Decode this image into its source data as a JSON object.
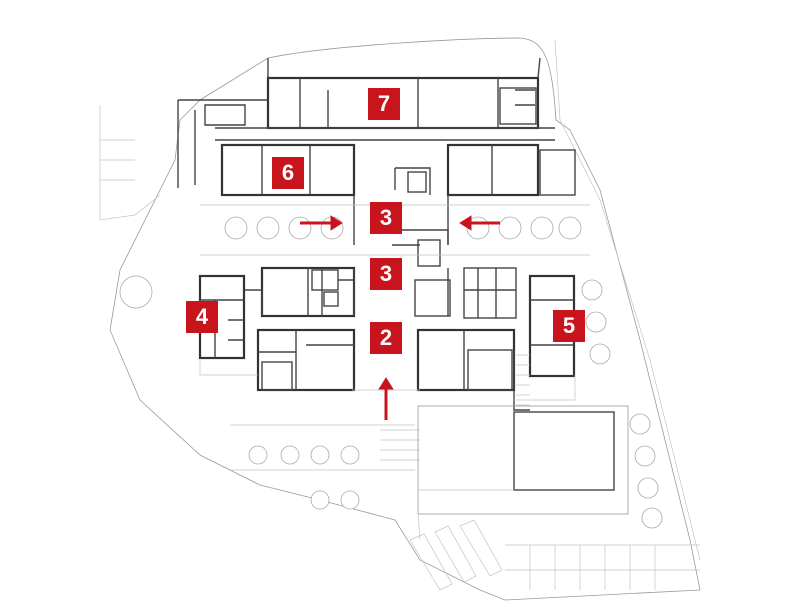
{
  "labels": {
    "area_7": "7",
    "area_6": "6",
    "area_3_upper": "3",
    "area_3_lower": "3",
    "area_4": "4",
    "area_2": "2",
    "area_5": "5"
  },
  "colors": {
    "accent": "#c8141c",
    "line": "#444444",
    "background": "#ffffff"
  }
}
